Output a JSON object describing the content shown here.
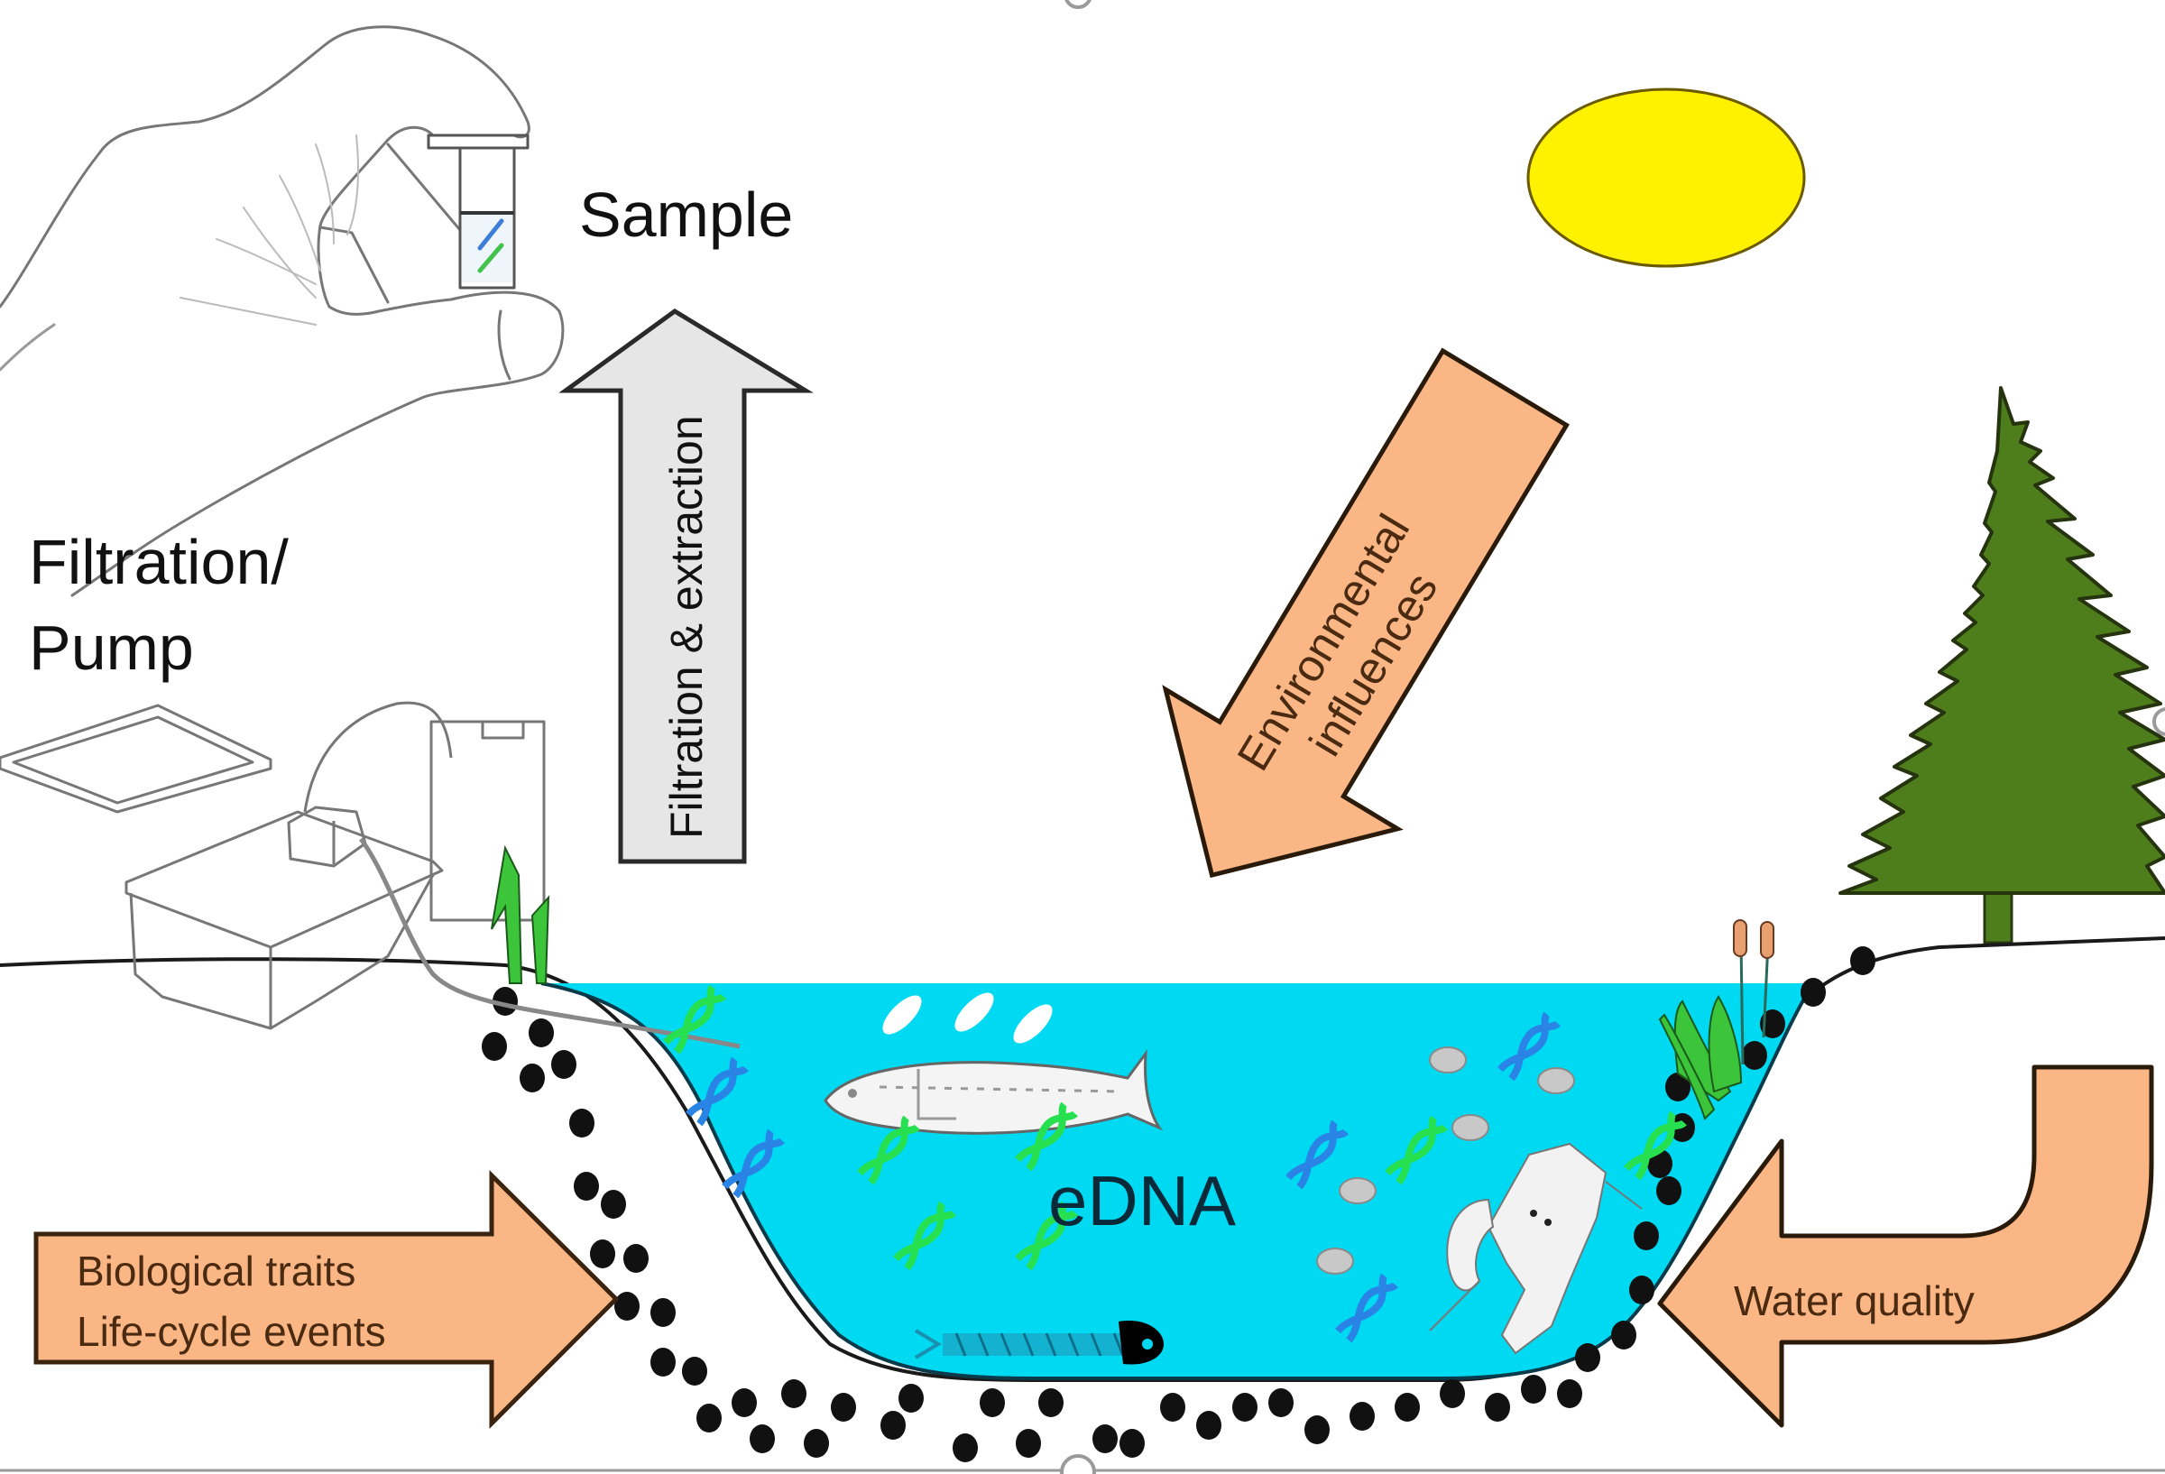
{
  "diagram": {
    "title": "eDNA sampling concept",
    "labels": {
      "sample": "Sample",
      "filtration_pump_line1": "Filtration/",
      "filtration_pump_line2": "Pump",
      "filtration_extraction": "Filtration & extraction",
      "environmental_line1": "Environmental",
      "environmental_line2": "influences",
      "biological_line1": "Biological traits",
      "biological_line2": "Life-cycle events",
      "water_quality": "Water quality",
      "edna": "eDNA"
    },
    "elements": {
      "hand": "gloved-hand-holding-sample-tube",
      "pump": "filtration-pump-box",
      "sun": "sun",
      "tree": "conifer-tree",
      "pond": "pond-water",
      "fish": "fish",
      "fish_skeleton": "fish-skeleton",
      "crayfish": "crayfish",
      "sediment": "sediment-particles",
      "dna_strands": "dna-double-helix"
    },
    "colors": {
      "water": "#00d9f2",
      "arrow_orange": "#fbb685",
      "arrow_gray": "#e6e6e6",
      "sun": "#fff200",
      "tree": "#4e7d1c",
      "dna_green": "#27e050",
      "dna_blue": "#2a84e6",
      "sediment": "#111111"
    }
  }
}
